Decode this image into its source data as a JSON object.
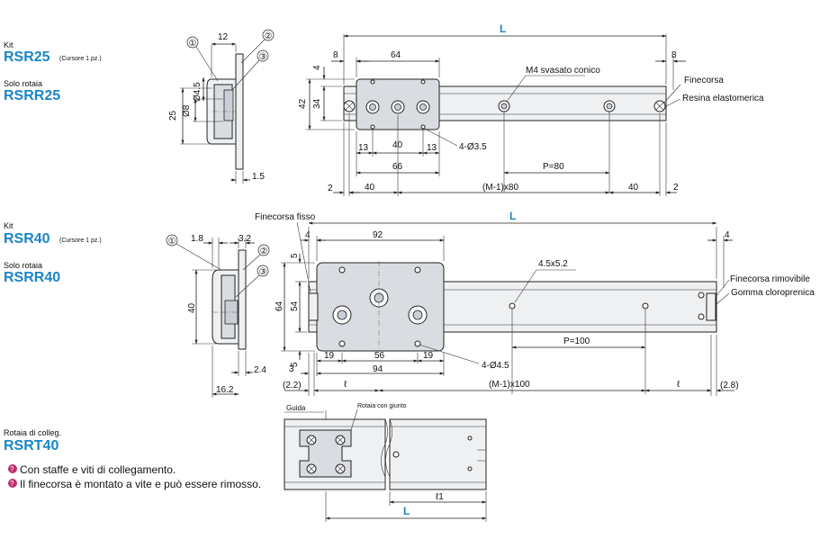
{
  "section1": {
    "kit_label": "Kit",
    "kit_model": "RSR25",
    "kit_note": "(Cursore 1 pz.)",
    "rail_label": "Solo rotaia",
    "rail_model": "RSRR25",
    "markers": [
      "①",
      "②",
      "③"
    ],
    "side_dims": {
      "top": "12",
      "h25": "25",
      "d8": "Ø8",
      "d45": "Ø4.5",
      "bottom": "1.5"
    },
    "dims": {
      "L": "L",
      "d8l": "8",
      "d8r": "8",
      "d64": "64",
      "d4": "4",
      "d42": "42",
      "d34": "34",
      "d13a": "13",
      "d40": "40",
      "d13b": "13",
      "holes": "4-Ø3.5",
      "d66": "66",
      "pitch": "P=80",
      "d2l": "2",
      "d40l": "40",
      "mx": "(M-1)x80",
      "d40r": "40",
      "d2r": "2"
    },
    "callouts": {
      "countersink": "M4 svasato conico",
      "stop": "Finecorsa",
      "resin": "Resina elastomerica"
    }
  },
  "section2": {
    "kit_label": "Kit",
    "kit_model": "RSR40",
    "kit_note": "(Cursore 1 pz.)",
    "rail_label": "Solo rotaia",
    "rail_model": "RSRR40",
    "markers": [
      "①",
      "②",
      "③"
    ],
    "side_dims": {
      "d18": "1.8",
      "d32": "3.2",
      "h40": "40",
      "d24": "2.4",
      "d162": "16.2"
    },
    "dims": {
      "L": "L",
      "d4l": "4",
      "d4r": "4",
      "d92": "92",
      "d5t": "5",
      "d64": "64",
      "d54": "54",
      "d5b": "5",
      "d19a": "19",
      "d56": "56",
      "d19b": "19",
      "holes": "4-Ø4.5",
      "d3": "3",
      "d94": "94",
      "slot": "4.5x5.2",
      "pitch": "P=100",
      "d22": "(2.2)",
      "ell_l": "ℓ",
      "mx": "(M-1)x100",
      "ell_r": "ℓ",
      "d28": "(2.8)"
    },
    "callouts": {
      "fixed_stop": "Finecorsa fisso",
      "removable_stop": "Finecorsa rimovibile",
      "rubber": "Gomma cloroprenica"
    }
  },
  "section3": {
    "label": "Rotaia di colleg.",
    "model": "RSRT40",
    "guide": "Guida",
    "joint": "Rotaia con giunto",
    "ell1": "ℓ1",
    "L": "L",
    "notes": [
      "Con staffe e viti di collegamento.",
      "Il finecorsa è montato a vite e può essere rimosso."
    ]
  },
  "colors": {
    "accent": "#1a86c8",
    "note_icon": "#c0306b"
  }
}
